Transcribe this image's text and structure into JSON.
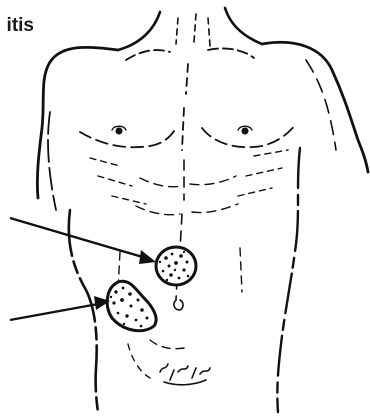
{
  "diagram": {
    "heading_fragment": "itis",
    "ink_color": "#111111",
    "paper_color": "#ffffff",
    "marks": [
      {
        "name": "upper-mass",
        "shape": "round-speckled-lump"
      },
      {
        "name": "lower-mass",
        "shape": "kidney-speckled-lump"
      }
    ],
    "pointers": [
      {
        "name": "arrow-to-upper-mass",
        "target": "upper-mass"
      },
      {
        "name": "arrow-to-lower-mass",
        "target": "lower-mass"
      }
    ]
  }
}
